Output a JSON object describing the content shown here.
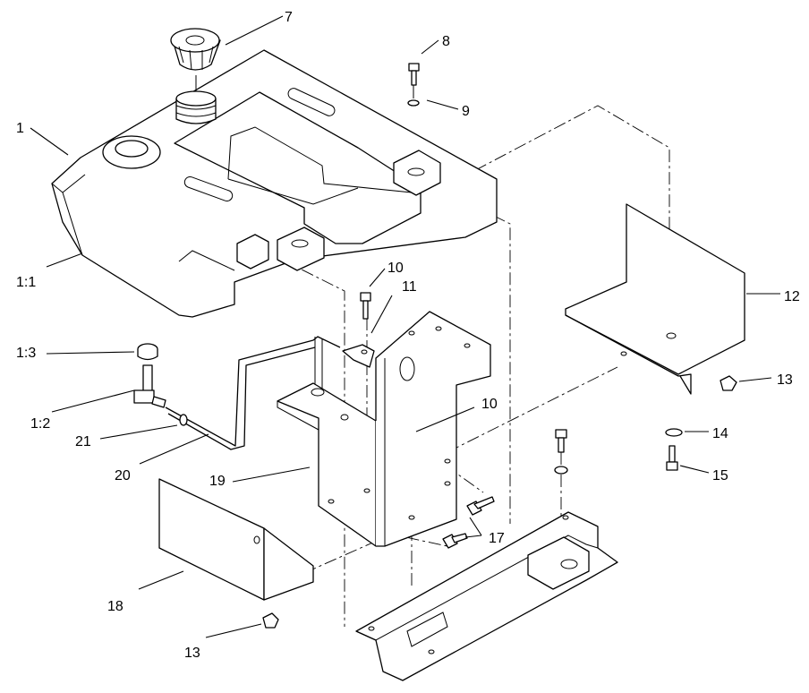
{
  "labels": {
    "l1": "1",
    "l1_1": "1:1",
    "l1_2": "1:2",
    "l1_3": "1:3",
    "l7": "7",
    "l8": "8",
    "l9": "9",
    "l10a": "10",
    "l10b": "10",
    "l11": "11",
    "l12": "12",
    "l13a": "13",
    "l13b": "13",
    "l14": "14",
    "l15": "15",
    "l17": "17",
    "l18": "18",
    "l19": "19",
    "l20": "20",
    "l21": "21"
  }
}
